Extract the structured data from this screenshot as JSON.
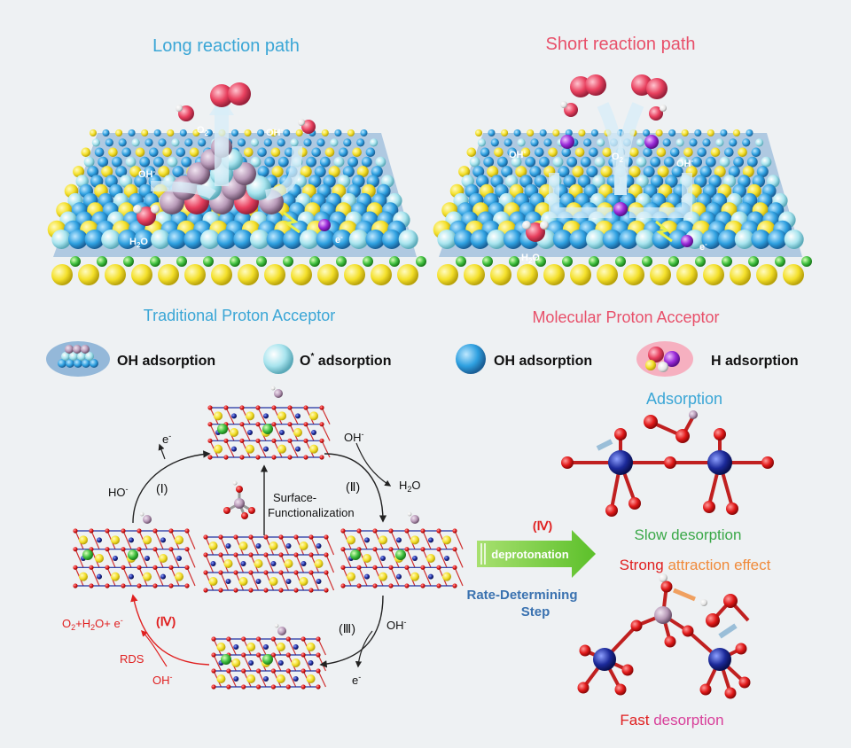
{
  "top_left": {
    "title": "Long reaction path",
    "caption": "Traditional Proton Acceptor",
    "labels": {
      "o2": "O",
      "o2_sub": "2",
      "oh1": "OH",
      "oh2": "OH",
      "minus": "-",
      "h2o_h": "H",
      "h2o_sub": "2",
      "h2o_o": "O",
      "e": "e",
      "e_sup": "-"
    }
  },
  "top_right": {
    "title": "Short reaction path",
    "caption": "Molecular Proton Acceptor",
    "labels": {
      "oh1": "OH",
      "oh2": "OH",
      "minus": "-",
      "o2": "O",
      "o2_sub": "2",
      "h2o_h": "H",
      "h2o_sub": "2",
      "h2o_o": "O",
      "e": "e",
      "e_sup": "-"
    }
  },
  "legend": {
    "oh_ads_1": "OH adsorption",
    "o_star_main": "O",
    "o_star_sup": "*",
    "o_star_rest": " adsorption",
    "oh_ads_2": "OH adsorption",
    "h_ads": "H adsorption"
  },
  "cycle": {
    "step1": "(Ⅰ)",
    "step2": "(Ⅱ)",
    "step3": "(Ⅲ)",
    "step4": "(Ⅳ)",
    "e1": "e",
    "ho": "HO",
    "oh_a": "OH",
    "h2o": "H",
    "h2o_sub": "2",
    "h2o_o": "O",
    "oh_b": "OH",
    "e2": "e",
    "oh_c": "OH",
    "minus": "-",
    "surface1": "Surface-",
    "surface2": "Functionalization",
    "products": "O",
    "products_sub": "2",
    "products_rest": "+H",
    "products_sub2": "2",
    "products_rest2": "O+ e",
    "rds": "RDS"
  },
  "right_panel": {
    "step4": "(Ⅳ)",
    "arrow_label": "deprotonation",
    "rate1": "Rate-Determining",
    "rate2": "Step",
    "adsorption": "Adsorption",
    "slow": "Slow",
    "slow_rest": " desorption",
    "strong": "Strong",
    "strong_rest": " attraction effect",
    "fast": "Fast",
    "fast_rest": " desorption"
  },
  "colors": {
    "blue_title": "#3aa6d6",
    "red_title": "#e8506a",
    "cycle_red": "#e02020",
    "green": "#3aa848",
    "orange": "#f08a3a",
    "steel": "#3a72b0"
  }
}
